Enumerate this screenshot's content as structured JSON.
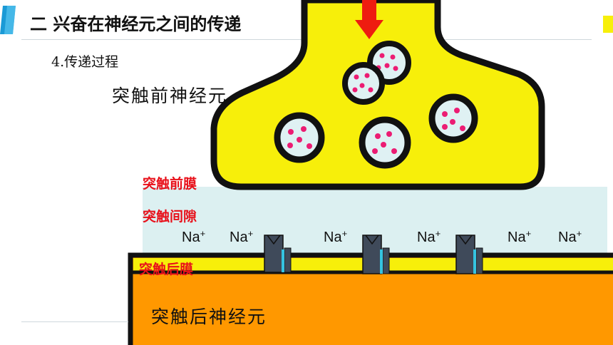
{
  "header": {
    "title": "二  兴奋在神经元之间的传递",
    "accent_color": "#1a9ad6"
  },
  "subtitle": "4.传递过程",
  "labels": {
    "pre_neuron": "突触前神经元",
    "pre_membrane": "突触前膜",
    "cleft": "突触间隙",
    "post_membrane": "突触后膜",
    "post_neuron": "突触后神经元"
  },
  "ions": {
    "symbol": "Na",
    "charge": "+",
    "count": 6
  },
  "colors": {
    "terminal": "#f7ef0a",
    "cleft": "#dcf0f1",
    "post_neuron": "#ff9800",
    "post_membrane": "#f7ef0a",
    "arrow": "#ee1c10",
    "vesicle_fill": "#dff1f3",
    "transmitter": "#ec1c73",
    "receptor": "#3f4a5a",
    "channel_accent": "#35c3e0",
    "label_red": "#e8101a"
  },
  "icons": {
    "signal_arrow": "down-arrow-icon",
    "vesicle": "synaptic-vesicle-icon",
    "receptor": "receptor-channel-icon"
  }
}
